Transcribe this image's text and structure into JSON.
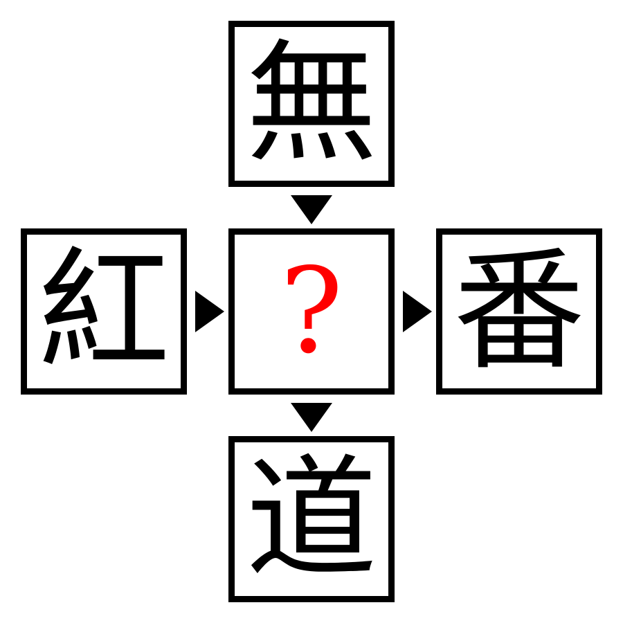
{
  "puzzle": {
    "top_char": "無",
    "left_char": "紅",
    "center_char": "?",
    "right_char": "番",
    "bottom_char": "道"
  },
  "colors": {
    "border": "#000000",
    "question_mark": "#ff0000",
    "background": "#ffffff"
  },
  "icons": {
    "arrow_down": "down-triangle",
    "arrow_right": "right-triangle"
  }
}
